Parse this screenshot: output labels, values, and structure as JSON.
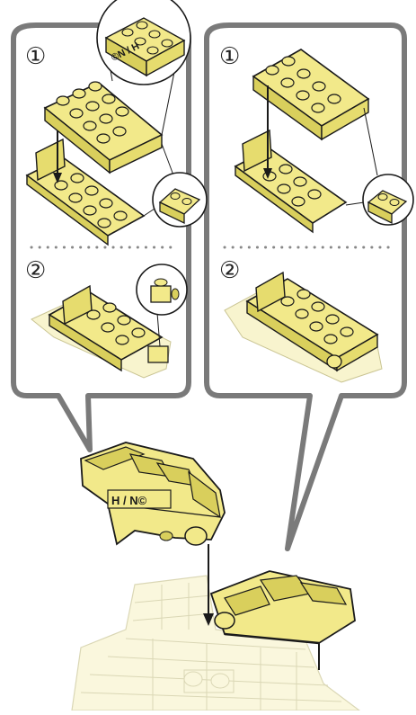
{
  "steps": {
    "left_step1": "①",
    "left_step2": "②",
    "right_step1": "①",
    "right_step2": "②"
  },
  "brick_marks": {
    "zoom_brick_stamp": "©N / H",
    "main_brick_stamp": "H / N©"
  },
  "colors": {
    "brick_fill": "#f2e98a",
    "brick_shade": "#d9cf5c",
    "brick_faded": "#f7f2c2",
    "outline": "#1a1a1a",
    "callout_border": "#7a7a7a",
    "divider_dots": "#888888"
  },
  "icons": [
    "down-arrow-icon",
    "zoom-bubble-icon",
    "separator-dots-icon"
  ]
}
